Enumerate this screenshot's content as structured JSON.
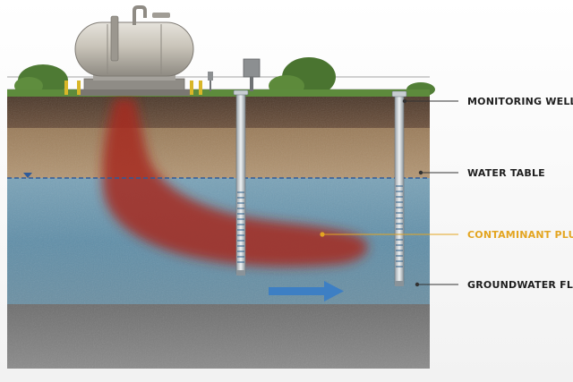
{
  "labels": {
    "monitoring_well": "MONITORING WELL",
    "water_table": "WATER TABLE",
    "contaminant_plume": "CONTAMINANT PLUME",
    "groundwater_flow": "GROUNDWATER FLOW"
  },
  "colors": {
    "label_default": "#1e1e1e",
    "label_highlight": "#e3a521",
    "leader_line": "#333333",
    "plume_leader": "#e3a521",
    "water_table_line": "#2f5b9a",
    "flow_arrow": "#3d7fc4",
    "plume": "#a62a1e",
    "groundwater": "#6f9db5",
    "topsoil": "#5a4232",
    "sand_layer": "#a88a66",
    "bedrock": "#6f6f6f"
  },
  "icons": [
    "storage-tank-icon",
    "monitoring-well-icon",
    "flow-arrow-icon",
    "water-table-marker-icon"
  ]
}
